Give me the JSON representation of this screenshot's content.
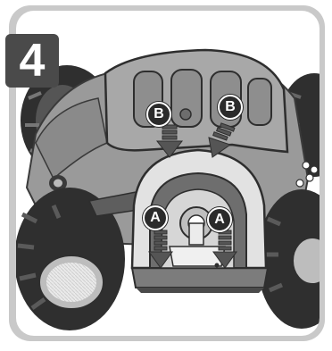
{
  "step": {
    "number": "4"
  },
  "callouts": {
    "a": "A",
    "b": "B"
  },
  "colors": {
    "frame": "#c9c9c9",
    "badge": "#4a4a4a",
    "tire": "#2f2f2f",
    "body": "#9a9a9a",
    "light_part": "#e2e2e2",
    "arrow": "#555555"
  },
  "icons": [
    "step-badge",
    "arrow-down-icon",
    "callout-circle-icon",
    "toy-truck-illustration"
  ]
}
